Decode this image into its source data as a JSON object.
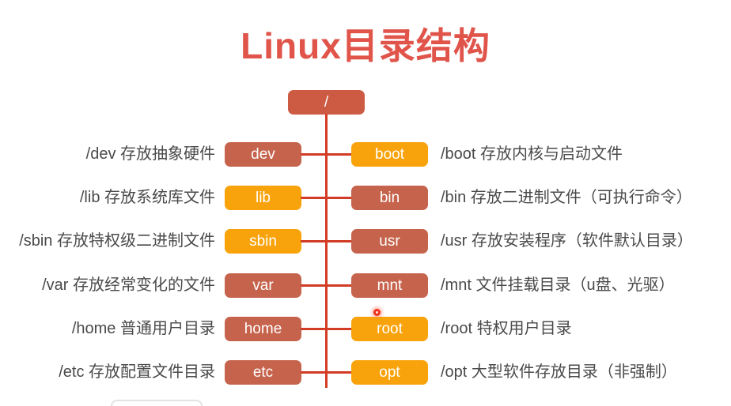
{
  "title": "Linux目录结构",
  "root": {
    "label": "/"
  },
  "rows": [
    {
      "left_desc": "/dev 存放抽象硬件",
      "left_label": "dev",
      "right_label": "boot",
      "right_desc": "/boot 存放内核与启动文件"
    },
    {
      "left_desc": "/lib 存放系统库文件",
      "left_label": "lib",
      "right_label": "bin",
      "right_desc": "/bin 存放二进制文件（可执行命令）"
    },
    {
      "left_desc": "/sbin 存放特权级二进制文件",
      "left_label": "sbin",
      "right_label": "usr",
      "right_desc": "/usr 存放安装程序（软件默认目录）"
    },
    {
      "left_desc": "/var 存放经常变化的文件",
      "left_label": "var",
      "right_label": "mnt",
      "right_desc": "/mnt 文件挂载目录（u盘、光驱）"
    },
    {
      "left_desc": "/home 普通用户目录",
      "left_label": "home",
      "right_label": "root",
      "right_desc": "/root 特权用户目录"
    },
    {
      "left_desc": "/etc 存放配置文件目录",
      "left_label": "etc",
      "right_label": "opt",
      "right_desc": "/opt 大型软件存放目录（非强制）"
    }
  ],
  "colors": {
    "title_color": "#E0544A",
    "brick_color": "#C6634C",
    "orange_color": "#F8A30B",
    "root_color": "#CD5B44",
    "line_color": "#D23B24",
    "text_color": "#4A4A4A"
  }
}
